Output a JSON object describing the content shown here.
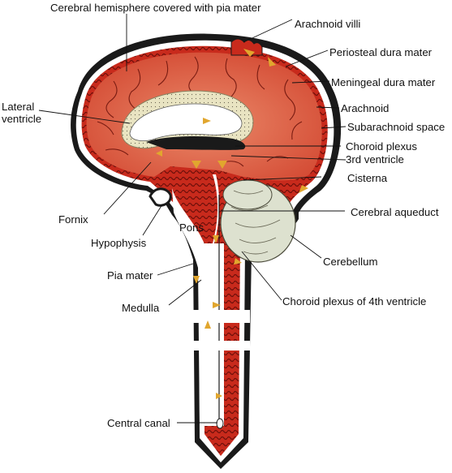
{
  "labels": {
    "cerebral_hemisphere": "Cerebral hemisphere covered with pia mater",
    "arachnoid_villi": "Arachnoid villi",
    "periosteal_dura": "Periosteal dura mater",
    "meningeal_dura": "Meningeal dura mater",
    "arachnoid": "Arachnoid",
    "subarachnoid_space": "Subarachnoid space",
    "lateral_ventricle": "Lateral ventricle",
    "choroid_plexus": "Choroid plexus",
    "third_ventricle": "3rd ventricle",
    "cisterna": "Cisterna",
    "fornix": "Fornix",
    "cerebral_aqueduct": "Cerebral aqueduct",
    "hypophysis": "Hypophysis",
    "pons": "Pons",
    "cerebellum": "Cerebellum",
    "pia_mater": "Pia mater",
    "choroid_plexus_4th": "Choroid plexus of 4th ventricle",
    "medulla": "Medulla",
    "central_canal": "Central canal"
  },
  "colors": {
    "dura": "#1a1a1a",
    "cortex": "#d9543c",
    "cortex_dark": "#a62a1e",
    "subarachnoid": "#b8251b",
    "csf": "#ffffff",
    "white_matter": "#e9e4c2",
    "cerebellum": "#dde1cf",
    "arrow": "#e1a62e"
  }
}
